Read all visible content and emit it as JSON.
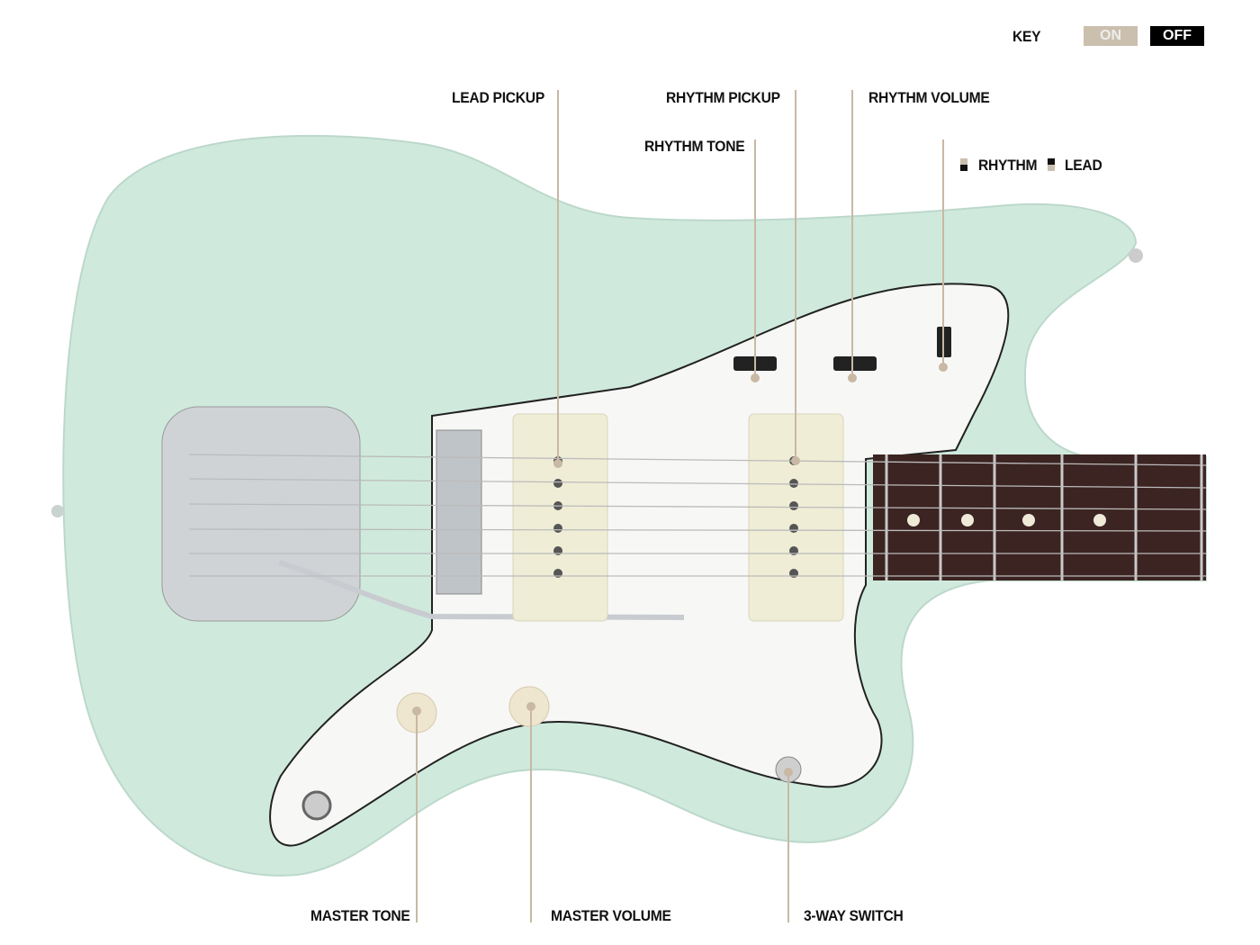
{
  "key": {
    "title": "KEY",
    "on_label": "ON",
    "off_label": "OFF",
    "on_color": "#cbbfae",
    "off_color": "#000000"
  },
  "switch_legend": {
    "rhythm": "RHYTHM",
    "lead": "LEAD"
  },
  "labels": {
    "lead_pickup": "LEAD PICKUP",
    "rhythm_pickup": "RHYTHM PICKUP",
    "rhythm_tone": "RHYTHM TONE",
    "rhythm_volume": "RHYTHM VOLUME",
    "master_tone": "MASTER TONE",
    "master_volume": "MASTER VOLUME",
    "three_way_switch": "3-WAY SWITCH"
  },
  "colors": {
    "body": "#cfeadd",
    "pickguard": "#f7f7f5",
    "fretboard": "#3b2421",
    "leader": "#c8b8a4",
    "pickup": "#efedd6"
  }
}
